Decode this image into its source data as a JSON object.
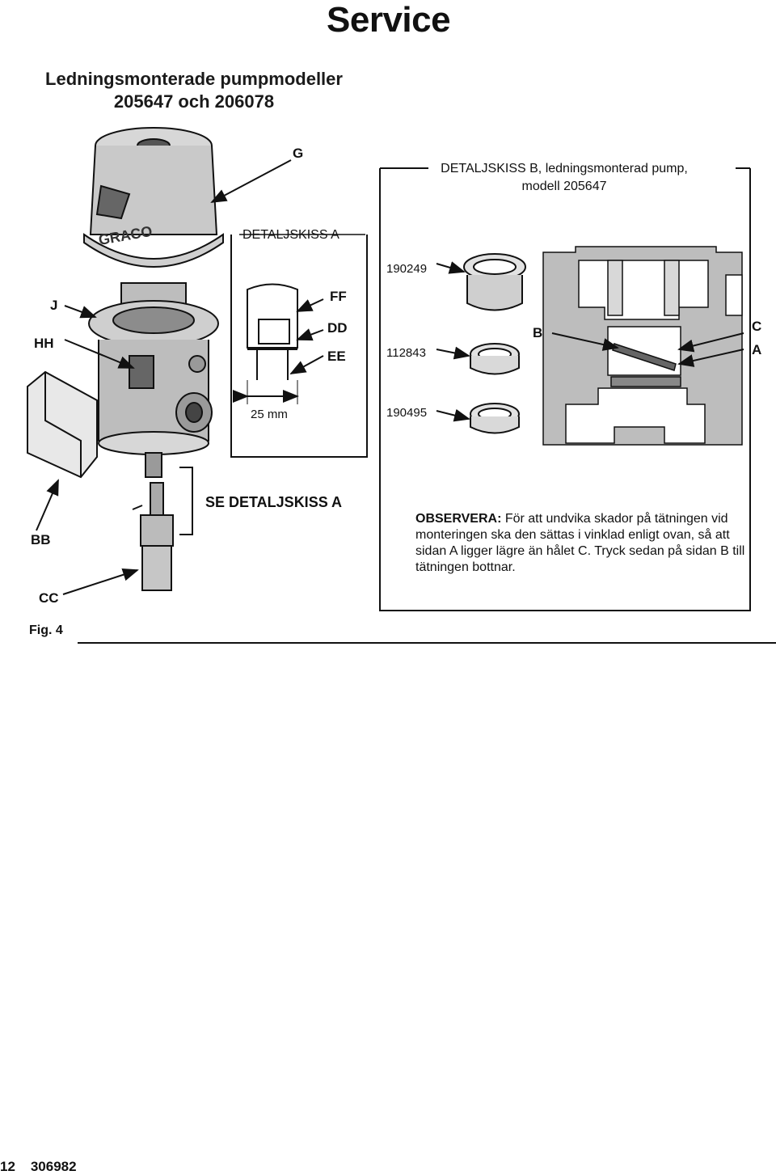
{
  "header": {
    "title": "Service"
  },
  "section": {
    "title_line1": "Ledningsmonterade pumpmodeller",
    "title_line2": "205647 och 206078"
  },
  "callouts": {
    "g": "G",
    "j": "J",
    "hh": "HH",
    "bb": "BB",
    "cc": "CC"
  },
  "detail_a": {
    "title": "DETALJSKISS A",
    "ff": "FF",
    "dd": "DD",
    "ee": "EE",
    "dimension": "25 mm",
    "see_ref": "SE DETALJSKISS A"
  },
  "detail_b": {
    "title_line1": "DETALJSKISS B, ledningsmonterad pump,",
    "title_line2": "modell 205647",
    "part_190249": "190249",
    "part_112843": "112843",
    "part_190495": "190495",
    "b": "B",
    "c": "C",
    "a": "A"
  },
  "note": {
    "label": "OBSERVERA:",
    "text": " För att undvika skador på tätningen vid monteringen ska den sättas i vinklad enligt ovan, så att sidan A ligger lägre än hålet C. Tryck sedan på sidan B till tätningen bottnar."
  },
  "figure": {
    "label": "Fig. 4"
  },
  "footer": {
    "page_number": "12",
    "doc_number": "306982"
  }
}
